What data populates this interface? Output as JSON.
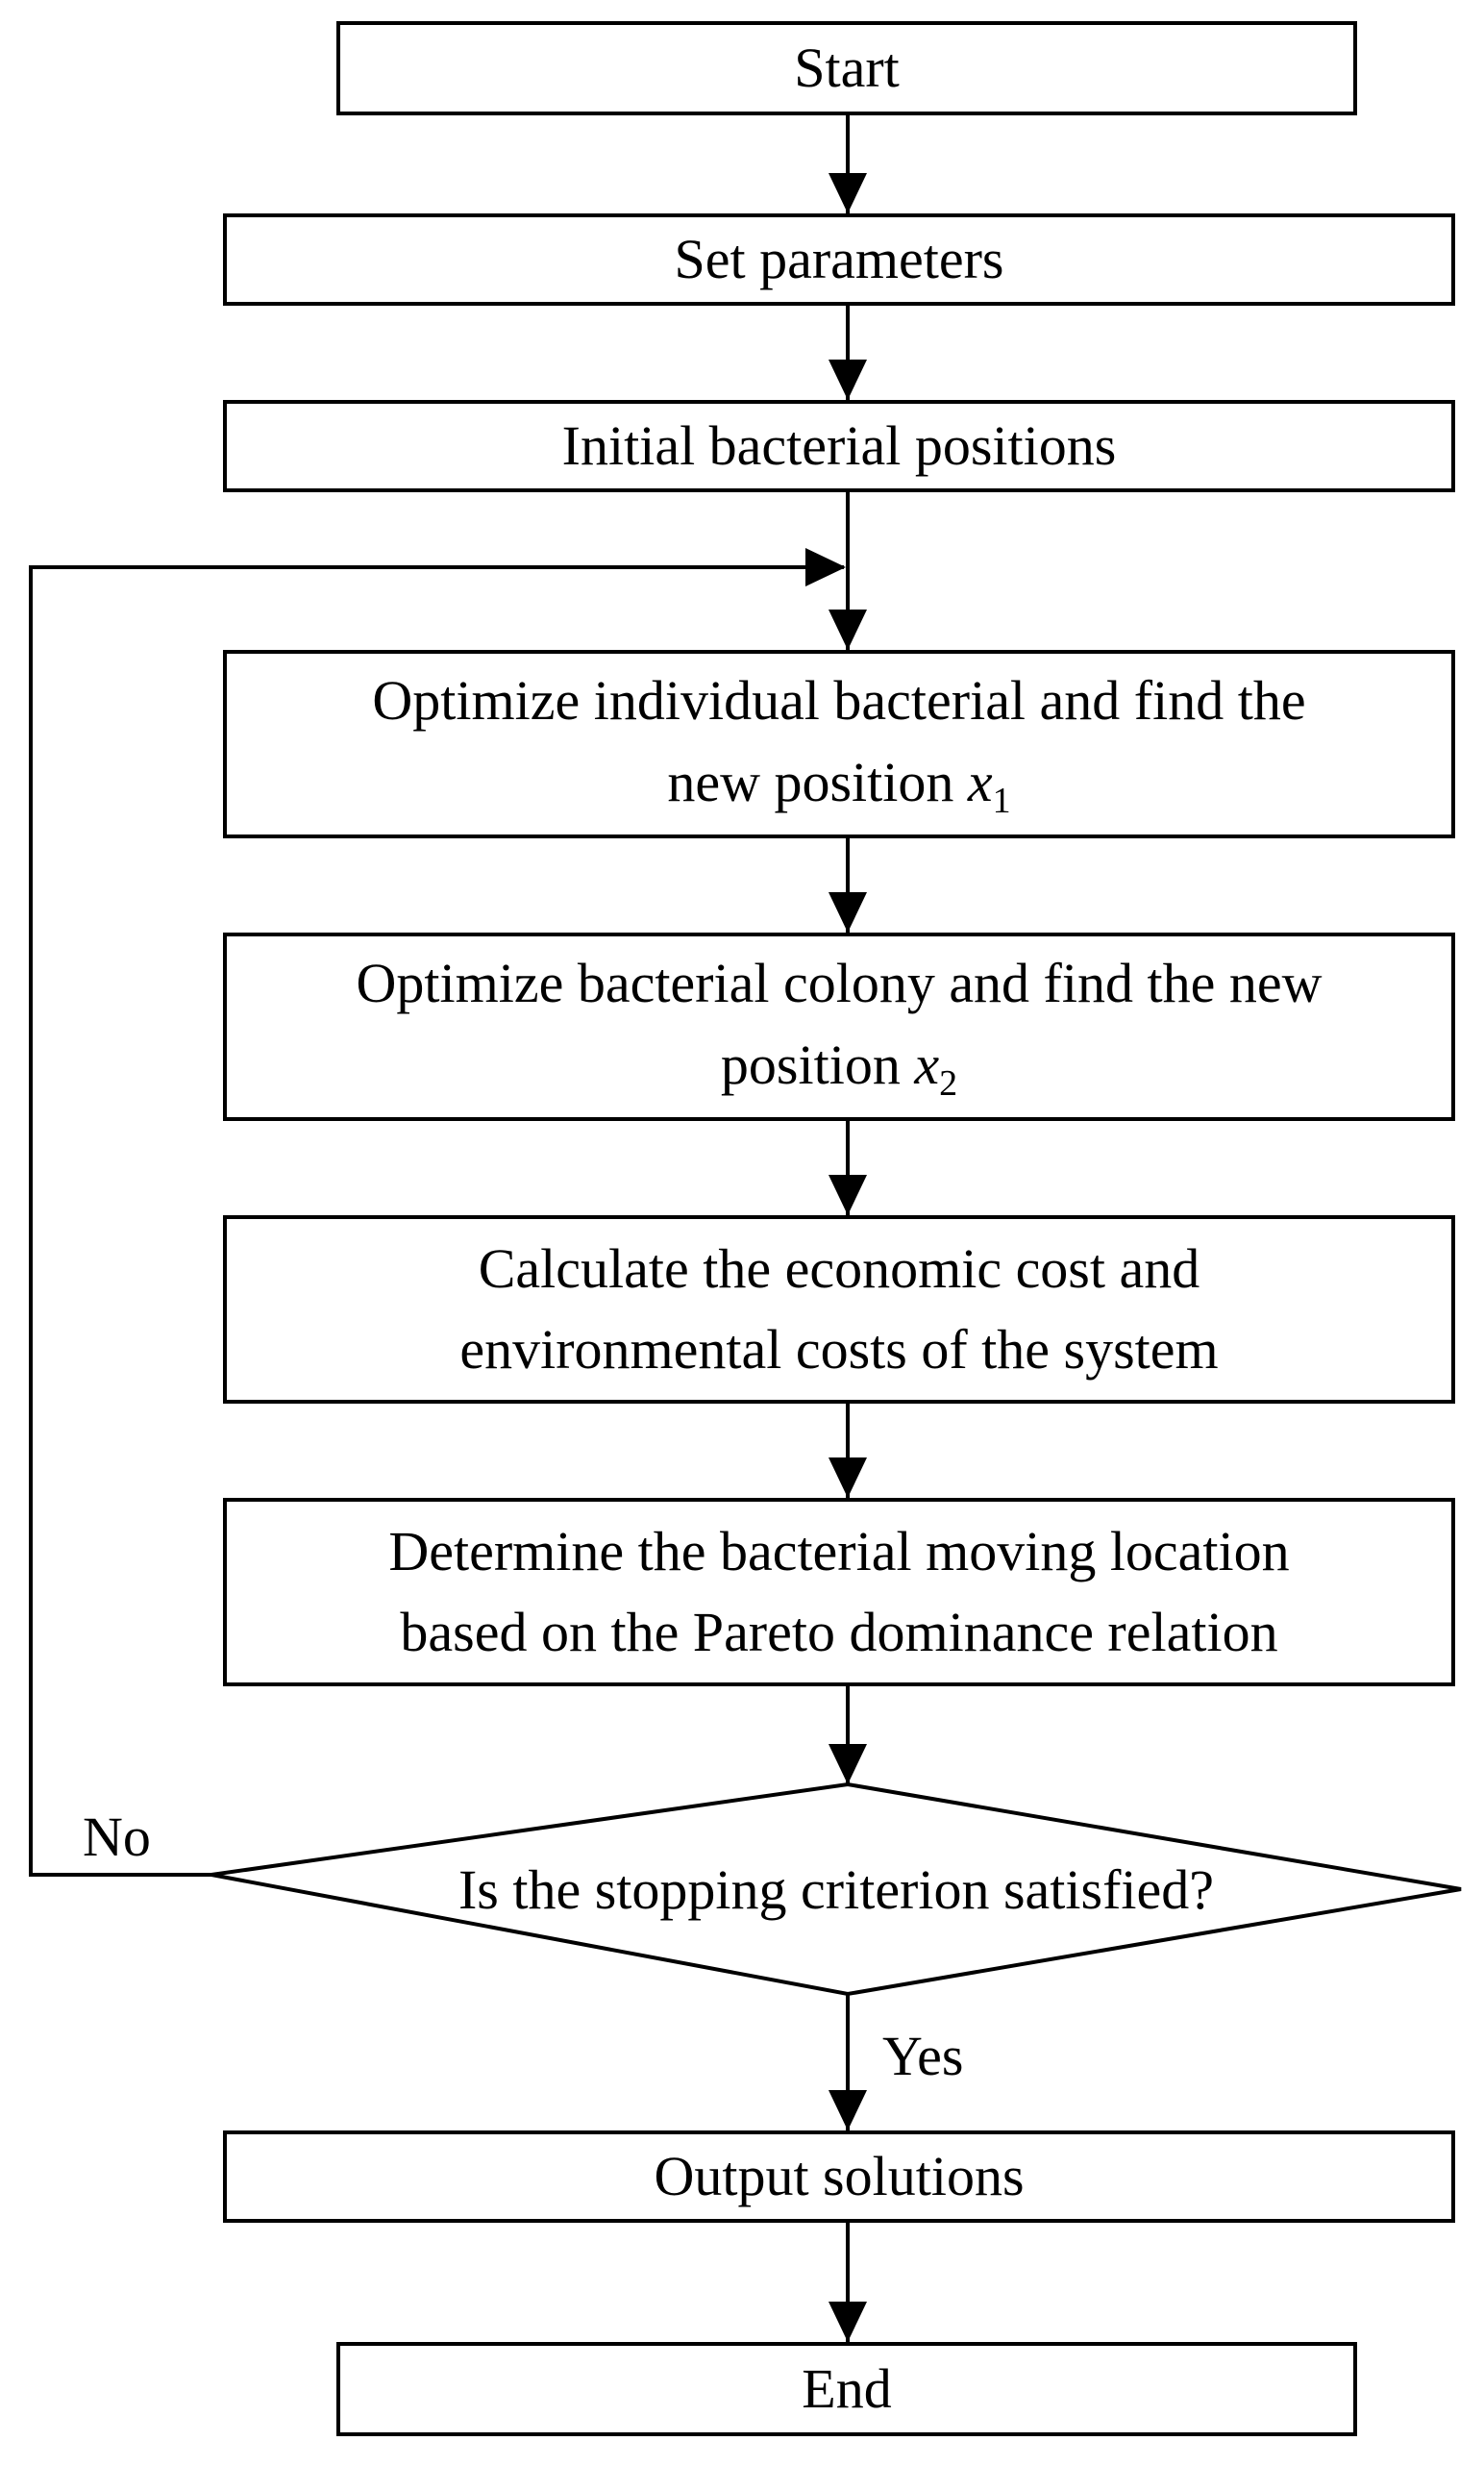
{
  "flowchart": {
    "start": "Start",
    "set_parameters": "Set parameters",
    "initial_positions": "Initial bacterial positions",
    "optimize_individual": {
      "line1": "Optimize individual bacterial and find the",
      "line2_text": "new position ",
      "variable": "x",
      "subscript": "1"
    },
    "optimize_colony": {
      "line1": "Optimize bacterial colony and find the new",
      "line2_text": "position ",
      "variable": "x",
      "subscript": "2"
    },
    "calculate_costs": {
      "line1": "Calculate the economic cost and",
      "line2": "environmental costs of the system"
    },
    "determine_location": {
      "line1": "Determine the bacterial moving location",
      "line2": "based on the Pareto dominance relation"
    },
    "decision": "Is the stopping criterion satisfied?",
    "no_label": "No",
    "yes_label": "Yes",
    "output": "Output solutions",
    "end": "End"
  }
}
